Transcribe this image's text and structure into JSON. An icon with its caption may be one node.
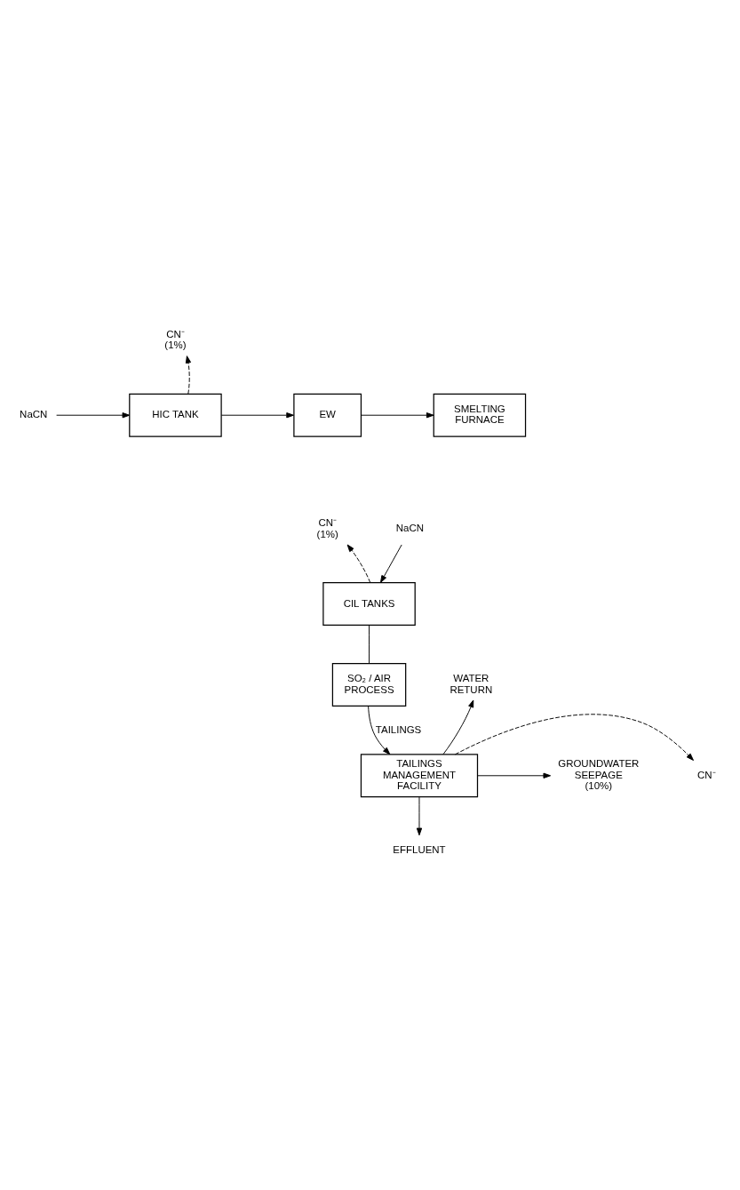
{
  "diagram": {
    "nodes": [
      {
        "text": [
          "CN⁻ (1%)"
        ]
      },
      {
        "text": [
          "NaCN"
        ]
      },
      {
        "text": [
          "HIC TANK"
        ]
      },
      {
        "text": [
          "EW"
        ]
      },
      {
        "text": [
          "SMELTING FURNACE"
        ]
      },
      {
        "text": [
          "CN⁻ (1%)"
        ]
      },
      {
        "text": [
          "NaCN"
        ]
      },
      {
        "text": [
          "CIL TANKS"
        ]
      },
      {
        "text": [
          "SO₂ / AIR PROCESS"
        ]
      },
      {
        "text": [
          "WATER RETURN"
        ]
      },
      {
        "text": [
          "CN⁻"
        ]
      },
      {
        "text": [
          "TAILINGS MANAGEMENT FACILITY"
        ]
      },
      {
        "text": [
          "GROUNDWATER SEEPAGE (10%)"
        ]
      },
      {
        "text": [
          "EFFLUENT"
        ]
      }
    ],
    "edges": [
      {
        "from": 1,
        "to": 2,
        "arrow": "to"
      },
      {
        "from": 2,
        "to": 0,
        "arrow": "to",
        "style": "dashed"
      },
      {
        "from": 2,
        "to": 3,
        "arrow": "to"
      },
      {
        "from": 3,
        "to": 4,
        "arrow": "to"
      },
      {
        "from": 7,
        "to": 5,
        "arrow": "to",
        "style": "dashed"
      },
      {
        "from": 6,
        "to": 7,
        "arrow": "to"
      },
      {
        "from": 7,
        "to": 8,
        "arrow": "none"
      },
      {
        "from": 8,
        "to": 11,
        "arrow": "to",
        "label": "TAILINGS"
      },
      {
        "from": 11,
        "to": 9,
        "arrow": "to"
      },
      {
        "from": 11,
        "to": 10,
        "arrow": "to",
        "style": "dashed"
      },
      {
        "from": 11,
        "to": 12,
        "arrow": "to"
      },
      {
        "from": 11,
        "to": 13,
        "arrow": "to"
      }
    ]
  }
}
